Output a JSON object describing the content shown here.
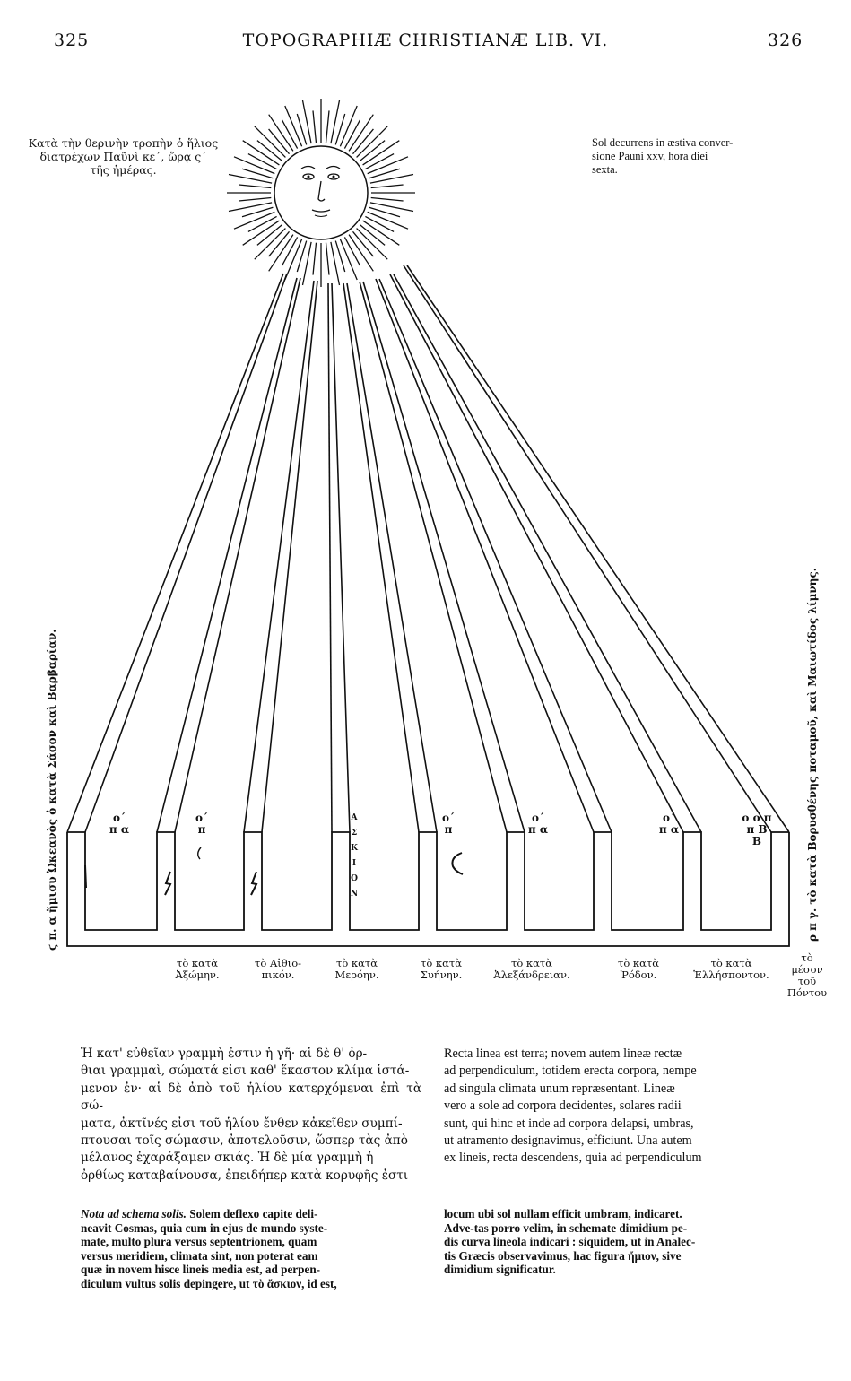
{
  "header": {
    "left_page": "325",
    "title": "TOPOGRAPHIÆ CHRISTIANÆ LIB. VI.",
    "right_page": "326"
  },
  "captions": {
    "greek_top_left": [
      "Κατὰ τὴν θερινὴν τροπὴν ὁ ἥλιος",
      "διατρέχων Παῦνὶ κε΄, ὥρᾳ ς΄",
      "τῆς ἡμέρας."
    ],
    "latin_top_right": [
      "Sol decurrens in æstiva conver-",
      "sione Pauni xxv, hora diei",
      "sexta."
    ],
    "left_vertical": "ϛ π. α ἥμισυ Ὠκεανὸς ὁ κατὰ Σάσον καὶ Βαρβαρίαν.",
    "right_vertical": "ρ π γ. τὸ κατὰ Βορυσθένης ποταμοῦ, καὶ Μαιωτίδος λίμνης."
  },
  "diagram": {
    "post_marks": [
      "ο΄ π α",
      "ο΄ π",
      "Α Σ Κ Ι Ο Ν",
      "ο΄ π",
      "ο΄ π α",
      "ο΄ π α",
      "ο ο π π Β Β"
    ],
    "askion_letters": [
      "Α",
      "Σ",
      "Κ",
      "Ι",
      "Ο",
      "Ν"
    ],
    "labels": [
      [
        "τὸ κατὰ",
        "Ἀξώμην."
      ],
      [
        "τὸ Αἰθιο-",
        "πικόν."
      ],
      [
        "τὸ κατὰ",
        "Μερόην."
      ],
      [
        "τὸ κατὰ",
        "Συήνην."
      ],
      [
        "τὸ κατὰ",
        "Ἀλεξάνδρειαν."
      ],
      [
        "τὸ κατὰ",
        "Ῥόδον."
      ],
      [
        "τὸ κατὰ",
        "Ἑλλήσποντον."
      ],
      [
        "τὸ",
        "μέσον",
        "τοῦ",
        "Πόντου"
      ]
    ]
  },
  "greek_text": [
    "Ἡ κατ' εὐθεῖαν γραμμὴ ἐστιν ἡ γῆ· αἱ δὲ θ' ὀρ-",
    "θιαι γραμμαὶ, σώματά εἰσι καθ' ἕκαστον κλίμα ἱστά-",
    "μενον ἐν· αἱ δὲ ἀπὸ τοῦ ἡλίου κατερχόμεναι ἐπὶ τὰ σώ-",
    "ματα, ἀκτῖνές εἰσι τοῦ ἡλίου ἔνθεν κἀκεῖθεν συμπί-",
    "πτουσαι τοῖς σώμασιν, ἀποτελοῦσιν, ὥσπερ τὰς ἀπὸ",
    "μέλανος ἐχαράξαμεν σκιάς. Ἡ δὲ μία γραμμὴ ἡ",
    "ὀρθίως καταβαίνουσα, ἐπειδήπερ κατὰ κορυφῆς ἐστι"
  ],
  "latin_text": [
    "Recta linea est terra; novem autem lineæ rectæ",
    "ad perpendiculum, totidem erecta corpora, nempe",
    "ad singula climata unum repræsentant. Lineæ",
    "vero a sole ad corpora decidentes, solares radii",
    "sunt, qui hinc et inde ad corpora delapsi, umbras,",
    "ut atramento designavimus, efficiunt. Una autem",
    "ex lineis, recta descendens, quia ad perpendiculum"
  ],
  "latin_text_cont": [
    "locum ubi sol nullam efficit umbram, indicaret.",
    "Adve-tas porro velim, in schemate dimidium pe-",
    "dis curva lineola indicari : siquidem, ut in Analec-",
    "tis Græcis observavimus, hac figura ἥμιον, sive",
    "dimidium significatur."
  ],
  "nota": {
    "heading": "Nota ad schema solis.",
    "lines": [
      "Solem deflexo capite deli-",
      "neavit Cosmas, quia cum in ejus de mundo syste-",
      "mate, multo plura versus septentrionem, quam",
      "versus meridiem, climata sint, non poterat eam",
      "quæ in novem hisce lineis media est, ad perpen-",
      "diculum vultus solis depingere, ut τὸ ἄσκιον, id est,"
    ]
  }
}
